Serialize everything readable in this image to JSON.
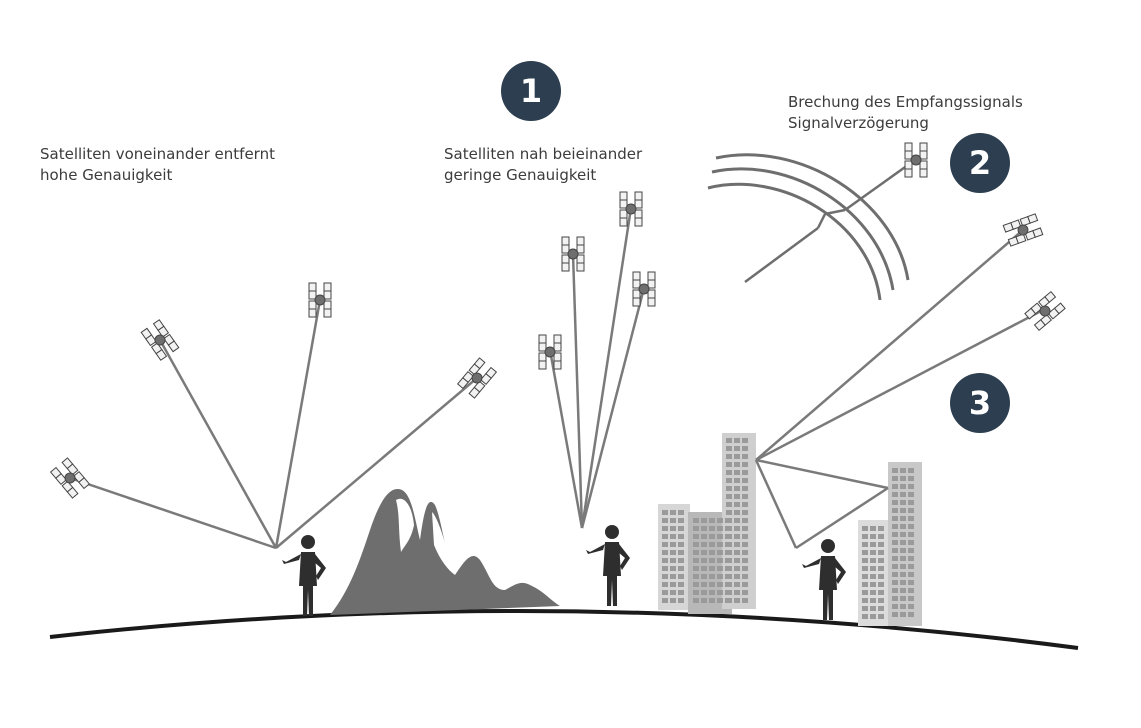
{
  "labels": {
    "good": {
      "line1": "Satelliten voneinander entfernt",
      "line2": "hohe Genauigkeit"
    },
    "poor": {
      "line1": "Satelliten nah beieinander",
      "line2": "geringe Genauigkeit"
    },
    "refraction": {
      "line1": "Brechung des Empfangssignals",
      "line2": "Signalverzögerung"
    }
  },
  "badges": [
    "1",
    "2",
    "3"
  ],
  "colors": {
    "badge": "#2c3e50",
    "line": "#7a7a7a",
    "person": "#2e2e2e",
    "mountain": "#6e6e6e",
    "ground": "#1a1a1a",
    "building": "#c8c8c8"
  }
}
